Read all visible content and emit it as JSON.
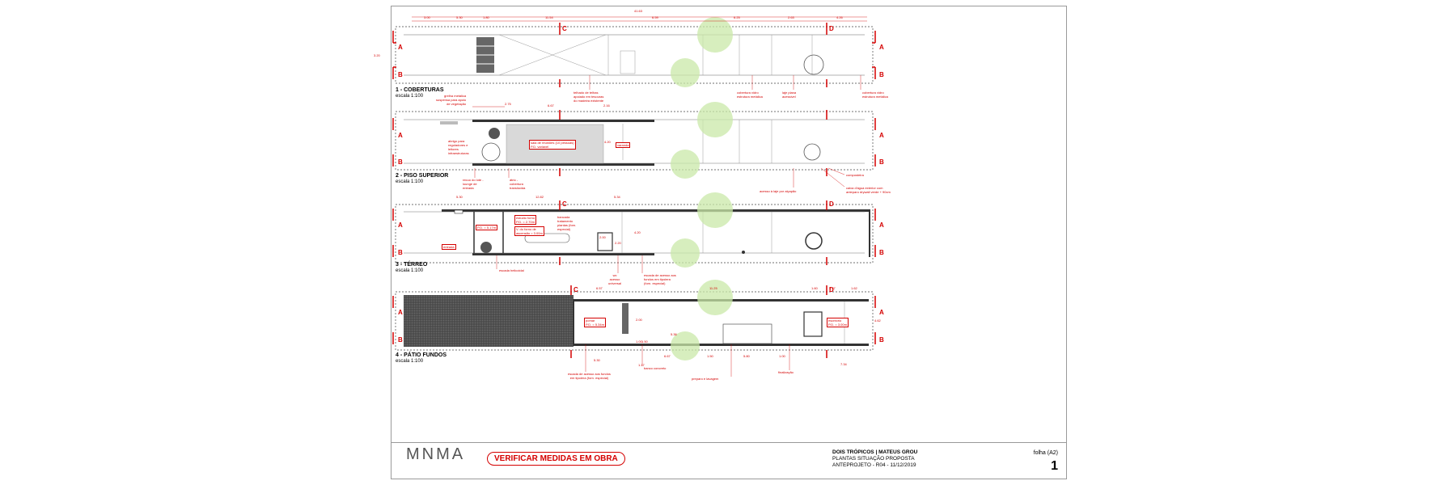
{
  "colors": {
    "annotation": "#d40000",
    "wall": "#333333",
    "tree": "#c9e8a8"
  },
  "dims": {
    "top_total": "41.63",
    "top_segments": [
      "3.00",
      "5.30",
      "1.80",
      "11.54",
      "6.59",
      "6.25",
      "2.63",
      "4.26"
    ],
    "top_side": "3.20",
    "p2_a": "2.75",
    "p2_b": "6.67",
    "p2_c": "2.16",
    "p2_d": "4.20",
    "p3_a": "5.30",
    "p3_b": "12.82",
    "p3_c": "5.34",
    "p3_d": "4.20",
    "p3_e": "2.00",
    "p3_f": "2.20",
    "p4_a": "6.57",
    "p4_b": "11.25",
    "p4_c": "1.60",
    "p4_d": "3.87",
    "p4_e": "1.62",
    "p4_f": "5.36",
    "p4_g": "5.30",
    "p4_h": "1.50",
    "p4_i": "6.67",
    "p4_j": "1.17",
    "p4_k": "1.50",
    "p4_l": "5.80",
    "p4_m": "1.00",
    "p4_n": "7.34",
    "p4_o": "2.00",
    "p4_p": "1.00",
    "p4_q": "4.62"
  },
  "sections": {
    "a": "A",
    "b": "B",
    "c": "C",
    "d": "D"
  },
  "plans": [
    {
      "title": "1 - COBERTURAS",
      "scale": "escala 1:100"
    },
    {
      "title": "2 - PISO SUPERIOR",
      "scale": "escala 1:100"
    },
    {
      "title": "3 - TÉRREO",
      "scale": "escala 1:100"
    },
    {
      "title": "4 - PÁTIO FUNDOS",
      "scale": "escala 1:100"
    }
  ],
  "annotations": {
    "p1_telhado": "telhado de telhas\napoiado em tesouras\ndo madeira existente",
    "p1_cob_vidro": "cobertura vidro\nestrutura metálica",
    "p1_laje": "laje plana\nacessível",
    "p1_cob_vidro2": "cobertura vidro\nestrutura metálica",
    "p2_grelha": "grelha metálica\nsuspensa para apoio\nde vegetação",
    "p2_abrigo": "abrigo para\nreguladores e\nleitores\ninfraestruturas",
    "p2_recuo": "recuo do lote -\nlounge de\nentrada",
    "p2_atrio": "átrio -\ncobertura\ntranslúcida",
    "p2_sala": "sala de reuniões (10 pessoas)\nP.D. variável",
    "p2_acesso_laje": "acesso à laje por alçapão",
    "p2_compostor": "composteira",
    "p2_caixa": "caixa d'água exterior com\nanteparo drywall verde + 90cm",
    "p2_vertical": "varanda",
    "p3_entrada": "entrada",
    "p3_escada": "escada helicoidal",
    "p3_pd1": "P.D. = 5.17m",
    "p3_audio": "estúdio forno\nP.D. = 2.70m",
    "p3_vao": "V. do forno de\nascensão = 3.00m",
    "p3_bancada": "bancada\ntratamento\nplantas (forn.\nespecial)",
    "p3_wc": "wc\nacesso\nuniversal",
    "p3_escada_fundos": "escada de acesso aos\nfundos em tipoiera\n(forn. especial)",
    "p4_pomar": "pomar\nP.D. = 5.34m",
    "p4_escritorio": "escritório\nP.D. = 3.00m",
    "p4_escada": "escada de acesso aos fundos\nem tipoiera (forn. especial)",
    "p4_banco": "banco concreto",
    "p4_preparo": "preparo e lavagem",
    "p4_finalizacao": "finalização"
  },
  "logo": "MNMA",
  "warning": "VERIFICAR MEDIDAS EM OBRA",
  "title_block": {
    "project": "DOIS TRÓPICOS | MATEUS GROU",
    "drawing": "PLANTAS SITUAÇÃO PROPOSTA",
    "phase": "ANTEPROJETO - R04 - 11/12/2019",
    "sheet_label": "folha (A2)",
    "sheet_number": "1"
  }
}
